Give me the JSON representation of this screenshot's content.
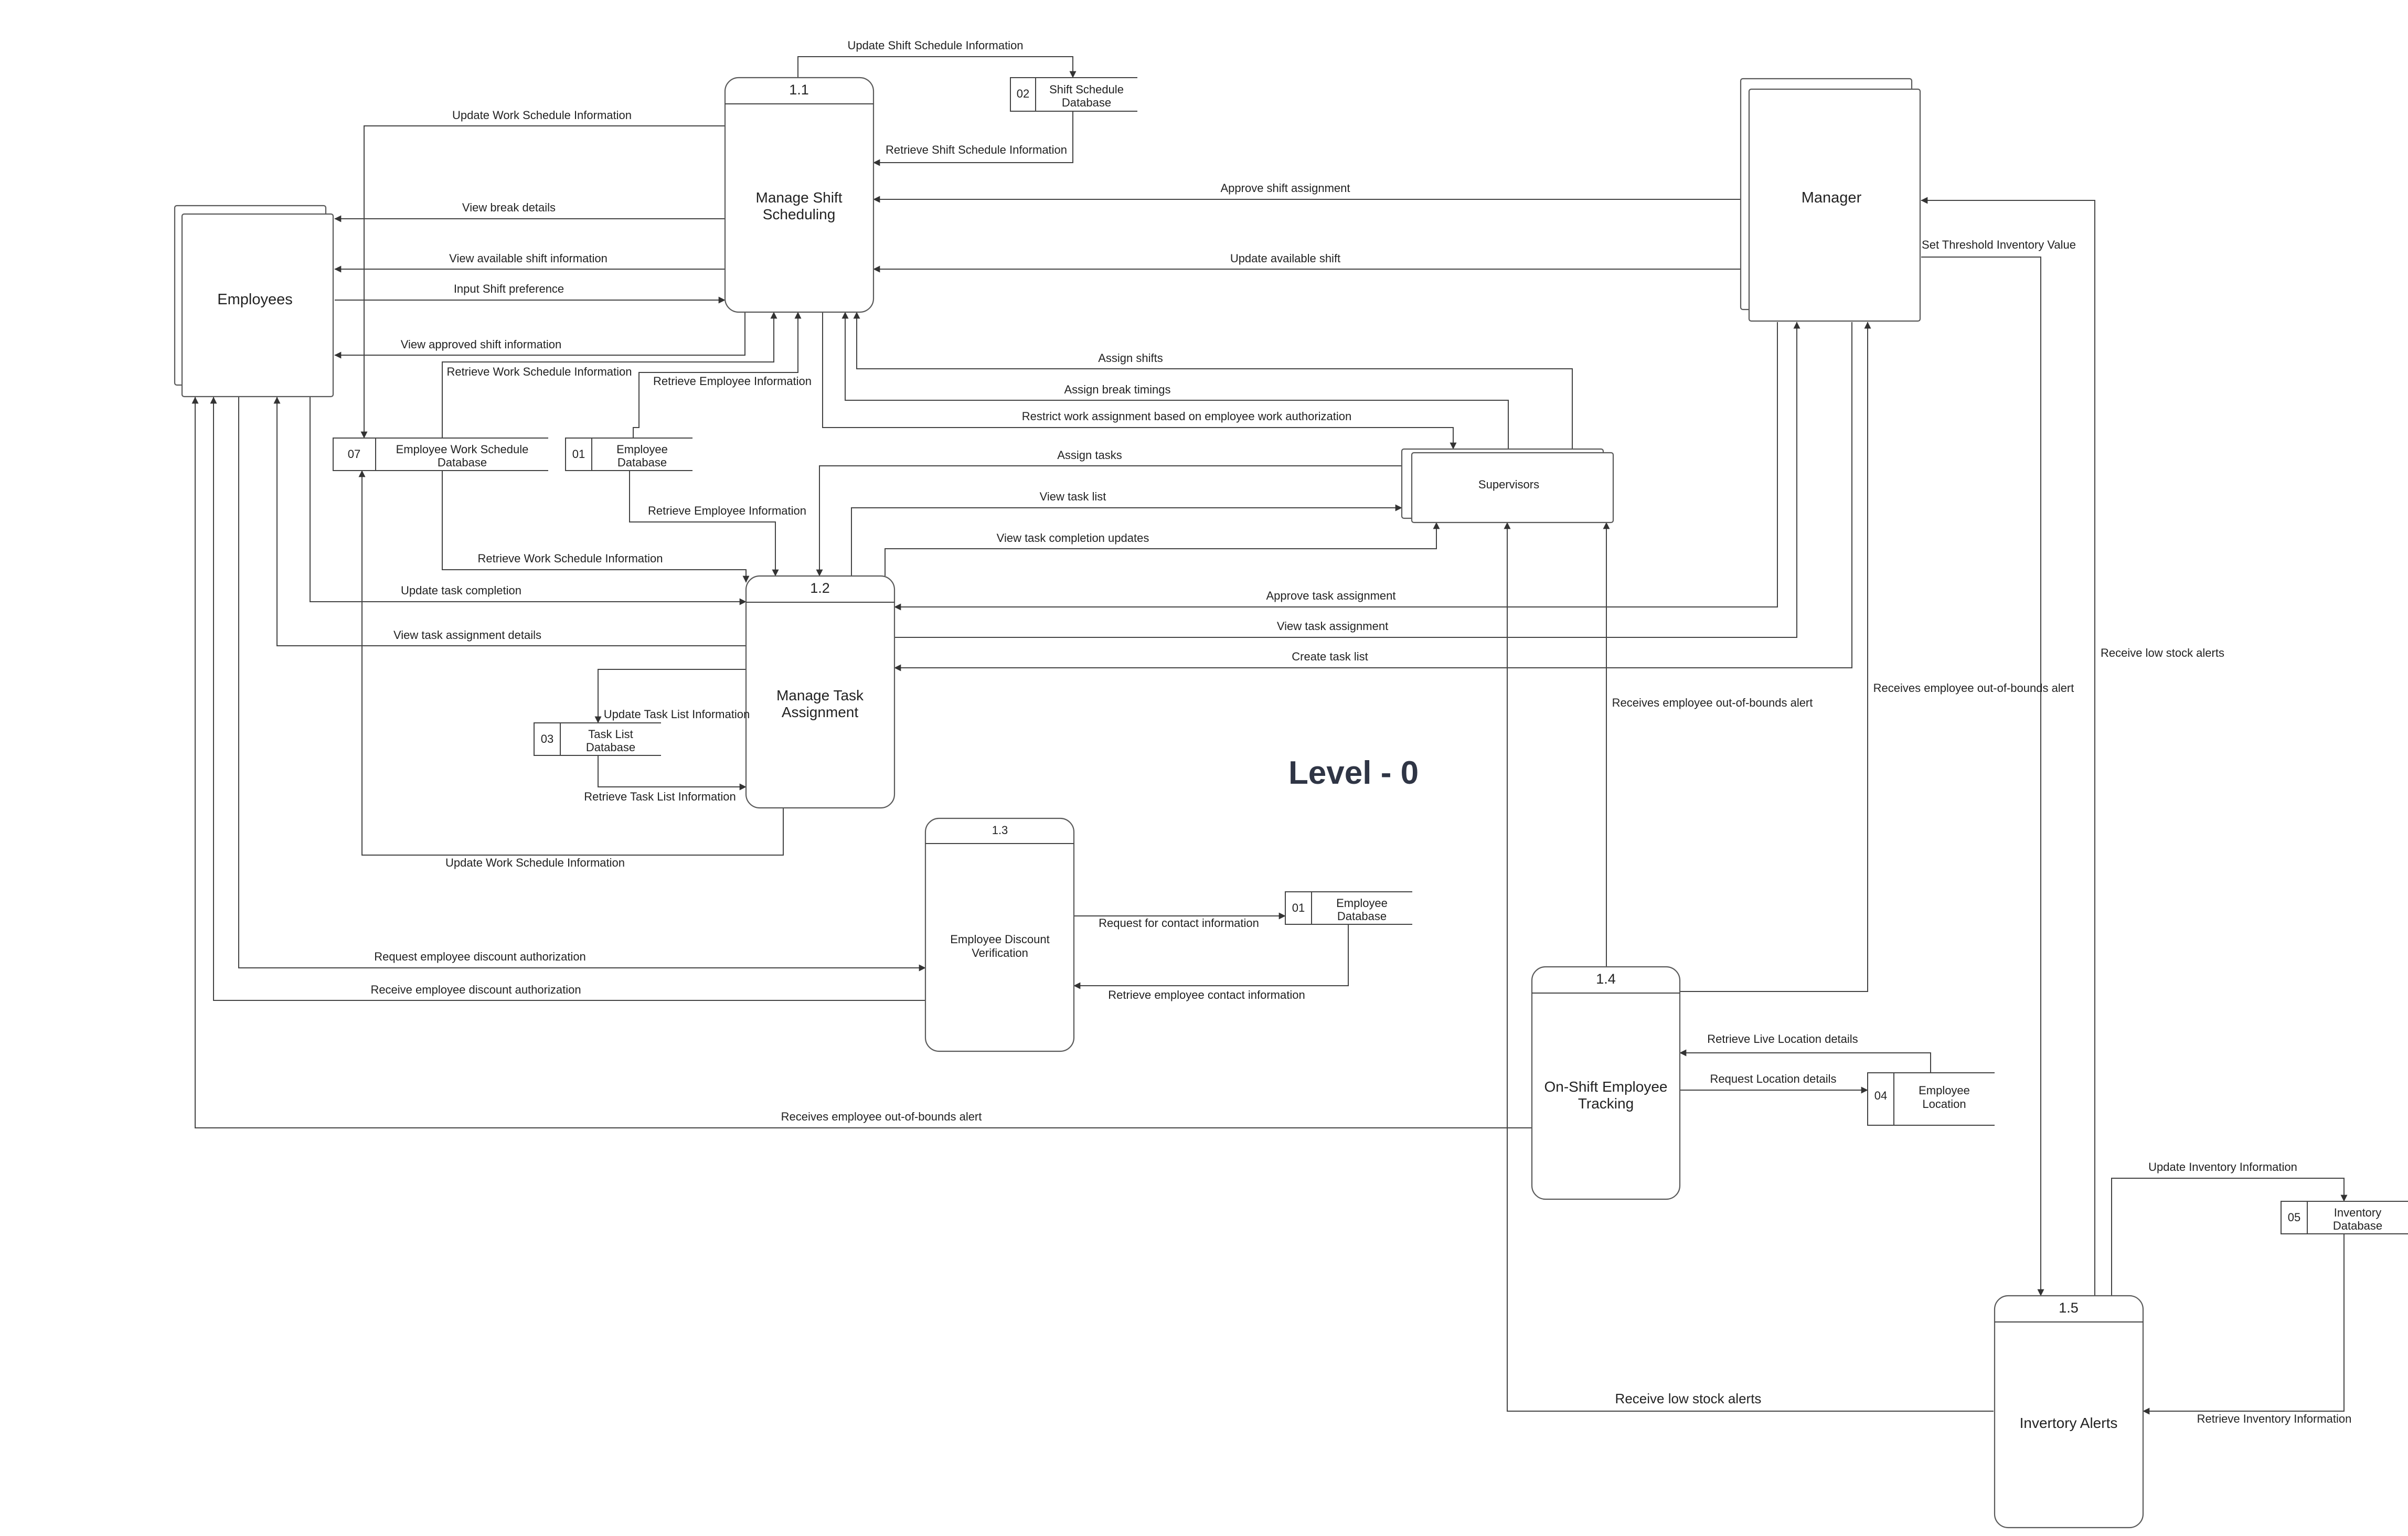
{
  "title": "Level - 0",
  "external_entities": {
    "employees": "Employees",
    "manager": "Manager",
    "supervisors": "Supervisors"
  },
  "processes": {
    "p11": {
      "id": "1.1",
      "name_lines": [
        "Manage Shift",
        "Scheduling"
      ]
    },
    "p12": {
      "id": "1.2",
      "name_lines": [
        "Manage Task",
        "Assignment"
      ]
    },
    "p13": {
      "id": "1.3",
      "name_lines": [
        "Employee Discount",
        "Verification"
      ]
    },
    "p14": {
      "id": "1.4",
      "name_lines": [
        "On-Shift Employee",
        "Tracking"
      ]
    },
    "p15": {
      "id": "1.5",
      "name_lines": [
        "Invertory Alerts"
      ]
    }
  },
  "data_stores": {
    "ds02": {
      "id": "02",
      "name_lines": [
        "Shift Schedule",
        "Database"
      ]
    },
    "ds07": {
      "id": "07",
      "name_lines": [
        "Employee Work Schedule",
        "Database"
      ]
    },
    "ds01a": {
      "id": "01",
      "name_lines": [
        "Employee",
        "Database"
      ]
    },
    "ds03": {
      "id": "03",
      "name_lines": [
        "Task List",
        "Database"
      ]
    },
    "ds01b": {
      "id": "01",
      "name_lines": [
        "Employee",
        "Database"
      ]
    },
    "ds04": {
      "id": "04",
      "name_lines": [
        "Employee",
        "Location"
      ]
    },
    "ds05": {
      "id": "05",
      "name_lines": [
        "Inventory",
        "Database"
      ]
    }
  },
  "flows": {
    "update_shift_schedule_info": "Update Shift Schedule Information",
    "retrieve_shift_schedule_info": "Retrieve Shift Schedule Information",
    "update_work_schedule_info_top": "Update Work Schedule Information",
    "view_break_details": "View break details",
    "view_available_shift_info": "View available shift information",
    "input_shift_preference": "Input Shift preference",
    "view_approved_shift_info": "View approved shift information",
    "retrieve_work_schedule_info_a": "Retrieve Work Schedule Information",
    "retrieve_employee_info_a": "Retrieve Employee Information",
    "approve_shift_assignment": "Approve shift assignment",
    "update_available_shift": "Update available shift",
    "assign_shifts": "Assign shifts",
    "assign_break_timings": "Assign break timings",
    "restrict_work_assignment": "Restrict work assignment based on employee work authorization",
    "assign_tasks": "Assign tasks",
    "view_task_list": "View task list",
    "view_task_completion_updates": "View task completion updates",
    "retrieve_employee_info_b": "Retrieve Employee Information",
    "retrieve_work_schedule_info_b": "Retrieve Work Schedule Information",
    "update_task_completion": "Update task completion",
    "view_task_assignment_details": "View task assignment details",
    "approve_task_assignment": "Approve task assignment",
    "view_task_assignment": "View task assignment",
    "create_task_list": "Create task list",
    "update_task_list_info": "Update Task List Information",
    "retrieve_task_list_info": "Retrieve Task List Information",
    "update_work_schedule_info_bottom": "Update Work Schedule Information",
    "request_contact_info": "Request for contact information",
    "retrieve_contact_info": "Retrieve employee contact information",
    "request_discount_auth": "Request employee discount authorization",
    "receive_discount_auth": "Receive employee discount authorization",
    "receives_oob_alert_employees": "Receives employee out-of-bounds alert",
    "receives_oob_alert_supervisors": "Receives employee out-of-bounds alert",
    "receives_oob_alert_manager": "Receives employee out-of-bounds alert",
    "set_threshold_inventory": "Set Threshold Inventory Value",
    "receive_low_stock_alerts_manager": "Receive low stock alerts",
    "retrieve_live_location": "Retrieve Live Location details",
    "request_location_details": "Request Location details",
    "update_inventory_info": "Update Inventory Information",
    "retrieve_inventory_info": "Retrieve Inventory Information",
    "receive_low_stock_alerts_supervisors": "Receive low stock alerts"
  }
}
